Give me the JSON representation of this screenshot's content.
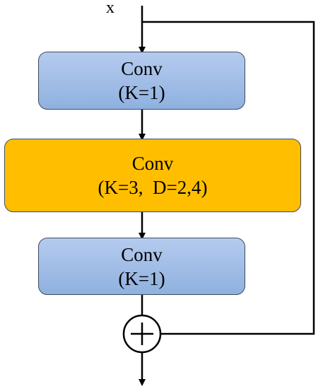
{
  "input_label": "x",
  "blocks": [
    {
      "title": "Conv",
      "params": "(K=1)",
      "color": "#9fbde7"
    },
    {
      "title": "Conv",
      "params": "(K=3,  D=2,4)",
      "color": "#ffbf00"
    },
    {
      "title": "Conv",
      "params": "(K=1)",
      "color": "#9fbde7"
    }
  ],
  "sum_node": {
    "symbol": "+",
    "icon": "plus-circle-icon"
  },
  "colors": {
    "conv_k1": "#9fbde7",
    "conv_k3": "#ffbf00",
    "line": "#000000"
  }
}
